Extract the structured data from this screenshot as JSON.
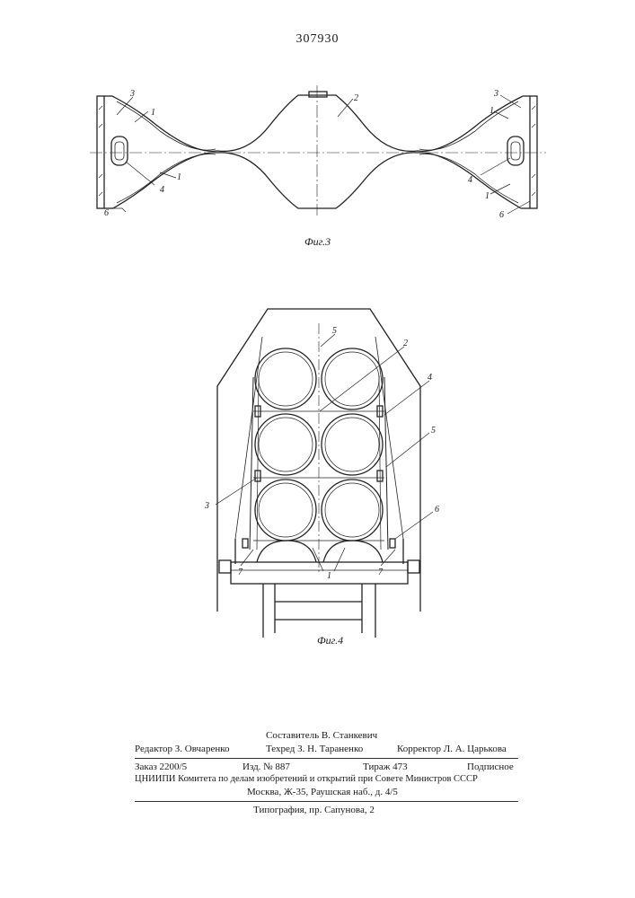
{
  "patent_number": "307930",
  "figures": {
    "fig3": {
      "caption": "Фиг.3",
      "labels": [
        "3",
        "1",
        "2",
        "4",
        "1",
        "6",
        "3",
        "1",
        "4",
        "1",
        "6"
      ]
    },
    "fig4": {
      "caption": "Фиг.4",
      "labels": [
        "5",
        "2",
        "4",
        "5",
        "3",
        "6",
        "7",
        "1",
        "7"
      ]
    }
  },
  "credits": {
    "compiler": "Составитель В. Станкевич",
    "editor": "Редактор З. Овчаренко",
    "techred": "Техред З. Н. Тараненко",
    "corrector": "Корректор Л. А. Царькова",
    "order": "Заказ 2200/5",
    "edition": "Изд. № 887",
    "circulation": "Тираж 473",
    "subscription": "Подписное",
    "institute": "ЦНИИПИ Комитета по делам изобретений и открытий при Совете Министров СССР",
    "address": "Москва, Ж-35, Раушская наб., д. 4/5",
    "printer": "Типография, пр. Сапунова, 2"
  }
}
